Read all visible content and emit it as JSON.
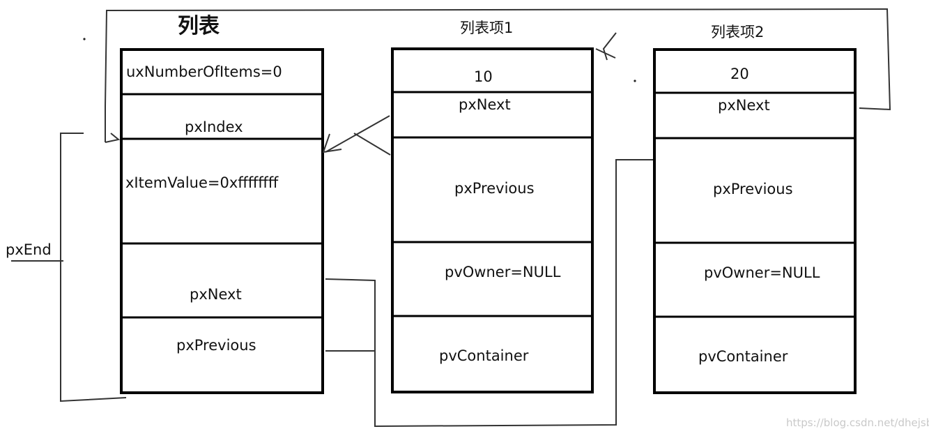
{
  "list": {
    "title": "列表",
    "fields": {
      "ux_number_of_items": "uxNumberOfItems=0",
      "px_index": "pxIndex",
      "x_item_value": "xItemValue=0xffffffff",
      "px_next": "pxNext",
      "px_previous": "pxPrevious"
    },
    "px_end_label": "pxEnd"
  },
  "item1": {
    "title": "列表项1",
    "fields": {
      "value": "10",
      "px_next": "pxNext",
      "px_previous": "pxPrevious",
      "pv_owner": "pvOwner=NULL",
      "pv_container": "pvContainer"
    }
  },
  "item2": {
    "title": "列表项2",
    "fields": {
      "value": "20",
      "px_next": "pxNext",
      "px_previous": "pxPrevious",
      "pv_owner": "pvOwner=NULL",
      "pv_container": "pvContainer"
    }
  },
  "watermark": "https://blog.csdn.net/dhejsb"
}
